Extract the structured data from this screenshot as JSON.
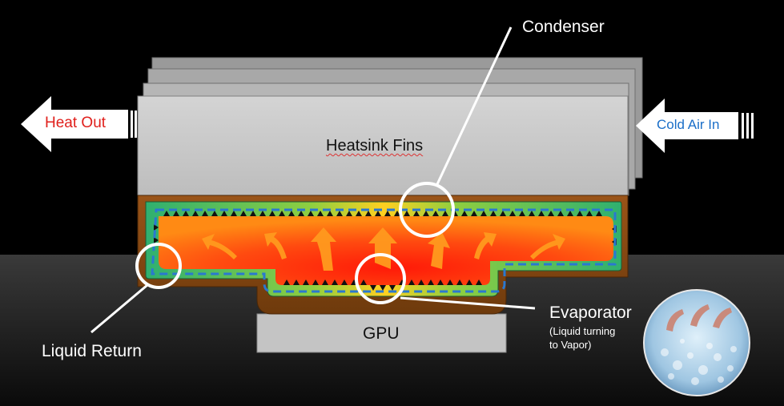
{
  "labels": {
    "heat_out": "Heat Out",
    "cold_air_in": "Cold Air In",
    "heatsink_fins": "Heatsink Fins",
    "gpu": "GPU",
    "condenser": "Condenser",
    "liquid_return": "Liquid Return",
    "evaporator": "Evaporator",
    "evaporator_sub_1": "(Liquid turning",
    "evaporator_sub_2": "to Vapor)"
  },
  "colors": {
    "background": "#000000",
    "heat_out_text": "#e0201c",
    "cold_air_text": "#1a6ec8",
    "fins": "#c8c8c8",
    "copper": "#8b4a12",
    "liquid_wick": "#3cb878",
    "vapor_hot": "#ff3010",
    "vapor_warm": "#ff9a10",
    "arrow_orange": "#ff9a1e",
    "return_dash": "#2a78d0"
  },
  "icons": {
    "heat_out_arrow": "left-arrow-icon",
    "cold_air_arrow": "left-arrow-icon",
    "inset": "bubbles-magnifier-icon"
  }
}
